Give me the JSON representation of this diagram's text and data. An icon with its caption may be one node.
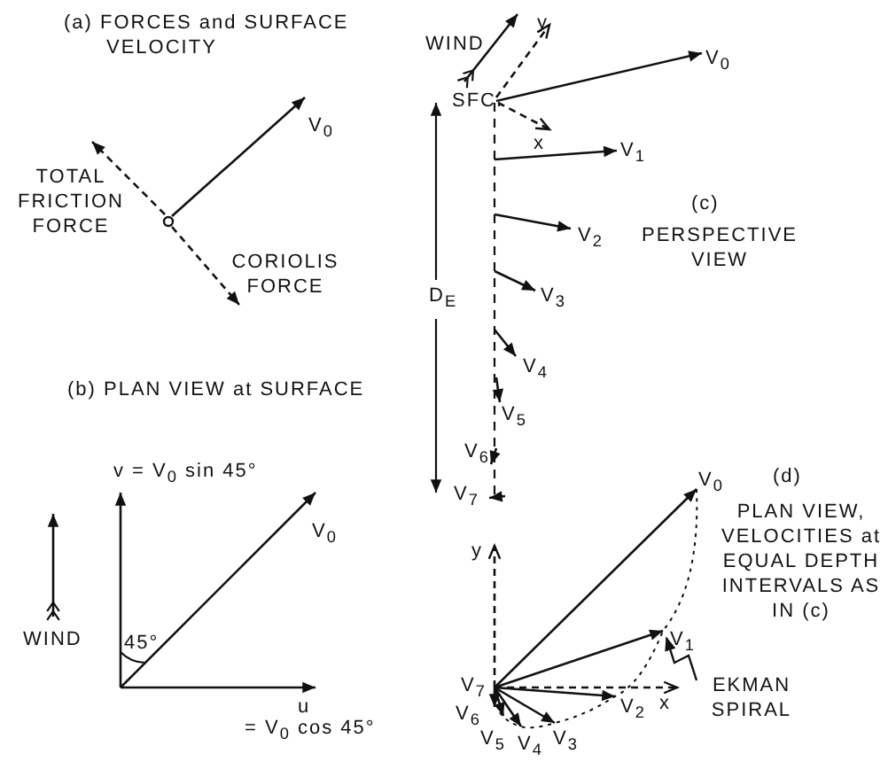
{
  "diagram": {
    "nodes": [
      {
        "text": [
          "EKMAN SPIRAL"
        ]
      },
      {
        "text": [],
        "shape": "curve"
      }
    ],
    "edges": [
      {
        "from": 0,
        "to": 1,
        "arrow": "to"
      }
    ],
    "labels": [
      "(a) FORCES and SURFACE VELOCITY",
      "V$_{0}$",
      "TOTAL FRICTION FORCE",
      "CORIOLIS FORCE",
      "(b) PLAN VIEW at SURFACE",
      "v = V$_{0}$ sin 45°",
      "V$_{0}$",
      "WIND",
      "45°",
      "u",
      "= V$_{0}$ cos 45°",
      "WIND",
      "y",
      "V$_{0}$",
      "SFC.",
      "x",
      "V$_{1}$",
      "(c)",
      "PERSPECTIVE VIEW",
      "V$_{2}$",
      "D$_{E}$",
      "V$_{3}$",
      "V$_{4}$",
      "V$_{5}$",
      "V$_{6}$",
      "V$_{7}$",
      "V$_{0}$",
      "(d)",
      "PLAN VIEW, VELOCITIES at EQUAL DEPTH INTERVALS AS IN (c)",
      "y",
      "V$_{1}$",
      "V$_{7}$",
      "V$_{6}$",
      "V$_{5}$",
      "V$_{4}$",
      "V$_{3}$",
      "V$_{2}$",
      "x"
    ]
  }
}
